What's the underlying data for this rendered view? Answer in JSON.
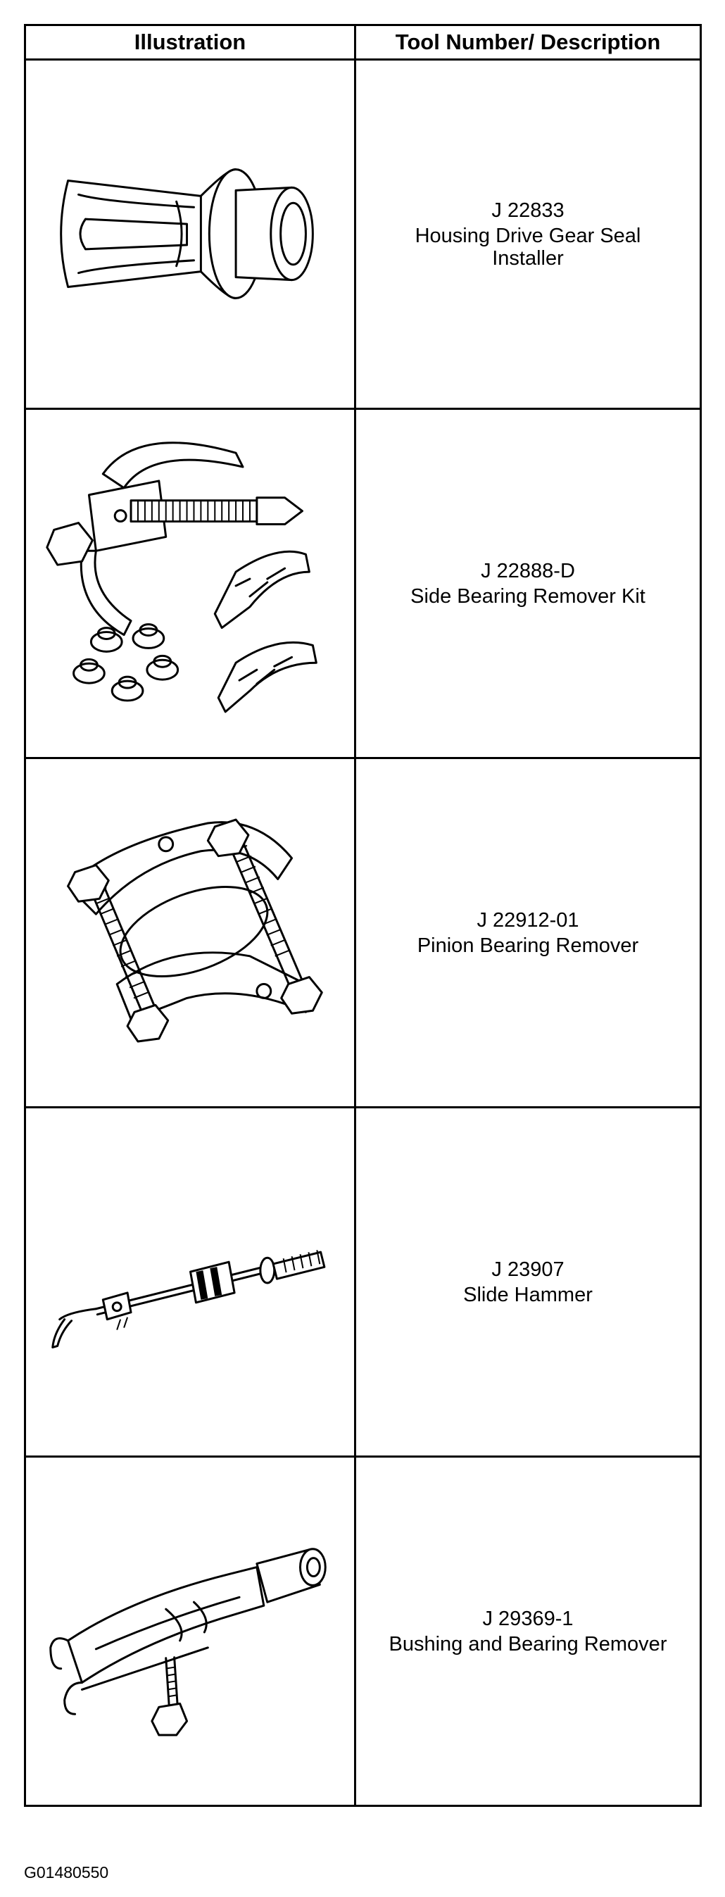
{
  "table": {
    "header_illustration": "Illustration",
    "header_description": "Tool Number/ Description",
    "rows": [
      {
        "tool_number": "J 22833",
        "description": "Housing Drive Gear Seal Installer",
        "icon": "seal-installer-icon"
      },
      {
        "tool_number": "J 22888-D",
        "description": "Side Bearing Remover Kit",
        "icon": "bearing-puller-icon"
      },
      {
        "tool_number": "J 22912-01",
        "description": "Pinion Bearing Remover",
        "icon": "bearing-separator-icon"
      },
      {
        "tool_number": "J 23907",
        "description": "Slide Hammer",
        "icon": "slide-hammer-icon"
      },
      {
        "tool_number": "J 29369-1",
        "description": "Bushing and Bearing Remover",
        "icon": "bushing-remover-icon"
      }
    ]
  },
  "figure_code": "G01480550"
}
